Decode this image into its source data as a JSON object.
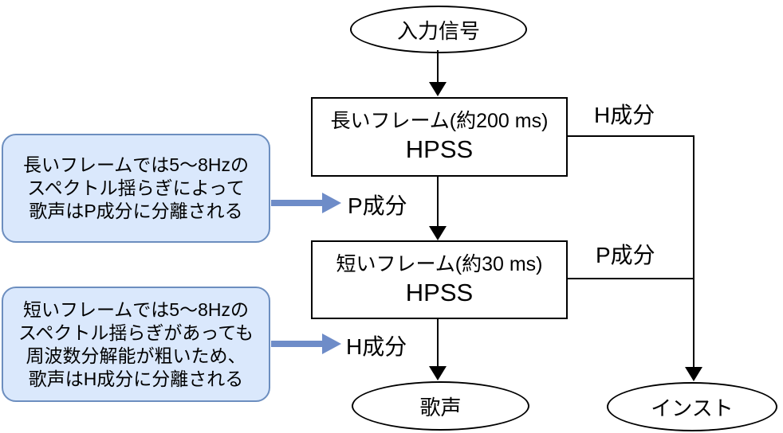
{
  "diagram": {
    "nodes": {
      "input": {
        "label": "入力信号"
      },
      "hpss_long": {
        "line1": "長いフレーム(約200 ms)",
        "line2": "HPSS"
      },
      "hpss_short": {
        "line1": "短いフレーム(約30 ms)",
        "line2": "HPSS"
      },
      "vocal": {
        "label": "歌声"
      },
      "inst": {
        "label": "インスト"
      }
    },
    "edge_labels": {
      "h_from_long": "H成分",
      "p_to_short": "P成分",
      "p_from_short": "P成分",
      "h_to_vocal": "H成分"
    },
    "callouts": [
      {
        "lines": [
          "長いフレームでは5〜8Hzの",
          "スペクトル揺らぎによって",
          "歌声はP成分に分離される"
        ]
      },
      {
        "lines": [
          "短いフレームでは5〜8Hzの",
          "スペクトル揺らぎがあっても",
          "周波数分解能が粗いため、",
          "歌声はH成分に分離される"
        ]
      }
    ],
    "colors": {
      "callout_fill": "#dae8fc",
      "callout_border": "#6c8ebf",
      "annotation_arrow": "#6e8cc8",
      "flow_line": "#000000"
    }
  }
}
